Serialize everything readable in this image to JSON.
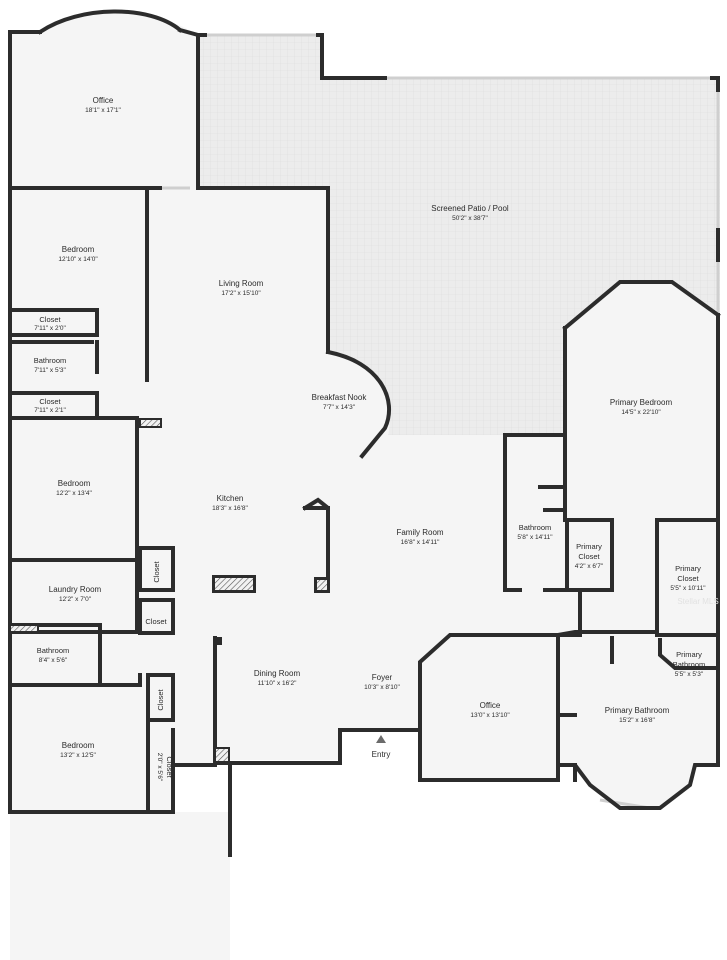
{
  "rooms": {
    "office_top": {
      "name": "Office",
      "dims": "18'1\" x 17'1\""
    },
    "patio": {
      "name": "Screened Patio / Pool",
      "dims": "50'2\" x 38'7\""
    },
    "bedroom_1": {
      "name": "Bedroom",
      "dims": "12'10\" x 14'0\""
    },
    "living_room": {
      "name": "Living Room",
      "dims": "17'2\" x 15'10\""
    },
    "closet_1": {
      "name": "Closet",
      "dims": "7'11\" x 2'0\""
    },
    "bathroom_1": {
      "name": "Bathroom",
      "dims": "7'11\" x 5'3\""
    },
    "closet_2": {
      "name": "Closet",
      "dims": "7'11\" x 2'1\""
    },
    "breakfast_nook": {
      "name": "Breakfast Nook",
      "dims": "7'7\" x 14'3\""
    },
    "primary_bedroom": {
      "name": "Primary Bedroom",
      "dims": "14'5\" x 22'10\""
    },
    "bedroom_2": {
      "name": "Bedroom",
      "dims": "12'2\" x 13'4\""
    },
    "kitchen": {
      "name": "Kitchen",
      "dims": "18'3\" x 16'8\""
    },
    "bathroom_2": {
      "name": "Bathroom",
      "dims": "5'8\" x 14'11\""
    },
    "family_room": {
      "name": "Family Room",
      "dims": "16'8\" x 14'11\""
    },
    "primary_closet_small": {
      "name_1": "Primary",
      "name_2": "Closet",
      "dims": "4'2\" x 6'7\""
    },
    "primary_closet_large": {
      "name_1": "Primary",
      "name_2": "Closet",
      "dims": "5'5\" x 10'11\""
    },
    "laundry_room": {
      "name": "Laundry Room",
      "dims": "12'2\" x 7'0\""
    },
    "closet_laundry_a": {
      "name": "Closet"
    },
    "closet_laundry_b": {
      "name": "Closet"
    },
    "bathroom_3": {
      "name": "Bathroom",
      "dims": "8'4\" x 5'6\""
    },
    "primary_bathroom_small": {
      "name_1": "Primary",
      "name_2": "Bathroom",
      "dims": "5'5\" x 5'3\""
    },
    "dining_room": {
      "name": "Dining Room",
      "dims": "11'10\" x 16'2\""
    },
    "foyer": {
      "name": "Foyer",
      "dims": "10'3\" x 8'10\""
    },
    "office_bottom": {
      "name": "Office",
      "dims": "13'0\" x 13'10\""
    },
    "primary_bathroom": {
      "name": "Primary Bathroom",
      "dims": "15'2\" x 16'8\""
    },
    "bedroom_3": {
      "name": "Bedroom",
      "dims": "13'2\" x 12'5\""
    },
    "closet_bed3_a": {
      "name": "Closet"
    },
    "closet_bed3_b": {
      "name": "Closet",
      "dims": "2'0\" x 5'6\""
    }
  },
  "entry": {
    "label": "Entry"
  },
  "watermark": "Stellar MLS",
  "colors": {
    "wall": "#2c2c2c",
    "floor": "#f5f5f5",
    "patio": "#ececec",
    "window": "#d6d6d6",
    "text": "#2b2b2b"
  }
}
